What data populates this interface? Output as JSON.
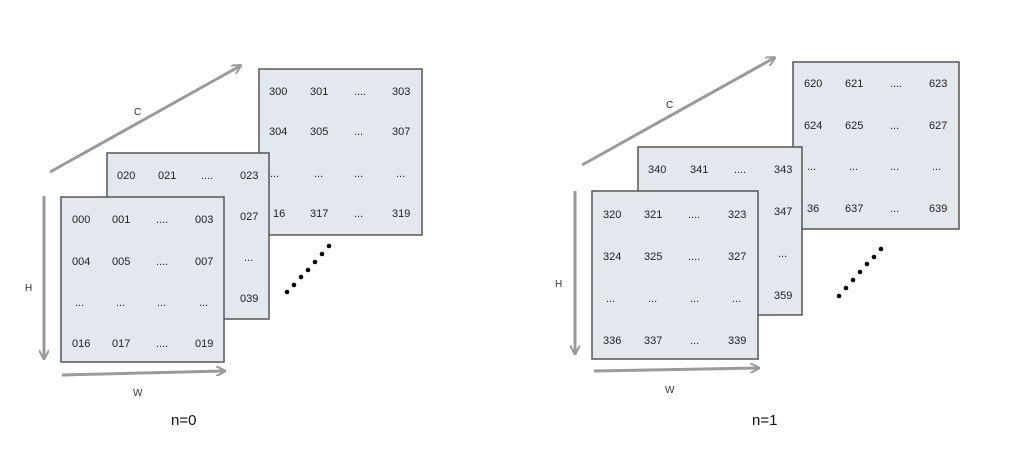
{
  "colors": {
    "panel_fill": "#e3e8ef",
    "panel_stroke": "#555555",
    "arrow": "#9a9a9a",
    "dots": "#000000",
    "text": "#222222"
  },
  "groups": [
    {
      "id": "n0",
      "label": "n=0",
      "axes": {
        "c": "C",
        "h": "H",
        "w": "W"
      },
      "panels": {
        "back": {
          "rows": [
            [
              "300",
              "301",
              "....",
              "303"
            ],
            [
              "304",
              "305",
              "...",
              "307"
            ],
            [
              "...",
              "...",
              "...",
              "..."
            ],
            [
              "16",
              "317",
              "...",
              "319"
            ]
          ]
        },
        "mid": {
          "rows": [
            [
              "020",
              "021",
              "....",
              "023"
            ],
            [
              "",
              "",
              "",
              "027"
            ],
            [
              "",
              "",
              "",
              "..."
            ],
            [
              "",
              "",
              "",
              "039"
            ]
          ]
        },
        "front": {
          "rows": [
            [
              "000",
              "001",
              "....",
              "003"
            ],
            [
              "004",
              "005",
              "....",
              "007"
            ],
            [
              "...",
              "...",
              "...",
              "..."
            ],
            [
              "016",
              "017",
              "....",
              "019"
            ]
          ]
        }
      }
    },
    {
      "id": "n1",
      "label": "n=1",
      "axes": {
        "c": "C",
        "h": "H",
        "w": "W"
      },
      "panels": {
        "back": {
          "rows": [
            [
              "620",
              "621",
              "....",
              "623"
            ],
            [
              "624",
              "625",
              "...",
              "627"
            ],
            [
              "...",
              "...",
              "...",
              "..."
            ],
            [
              "36",
              "637",
              "...",
              "639"
            ]
          ]
        },
        "mid": {
          "rows": [
            [
              "340",
              "341",
              "....",
              "343"
            ],
            [
              "",
              "",
              "",
              "347"
            ],
            [
              "",
              "",
              "",
              "..."
            ],
            [
              "",
              "",
              "",
              "359"
            ]
          ]
        },
        "front": {
          "rows": [
            [
              "320",
              "321",
              "....",
              "323"
            ],
            [
              "324",
              "325",
              "....",
              "327"
            ],
            [
              "...",
              "...",
              "...",
              "..."
            ],
            [
              "336",
              "337",
              "...",
              "339"
            ]
          ]
        }
      }
    }
  ]
}
